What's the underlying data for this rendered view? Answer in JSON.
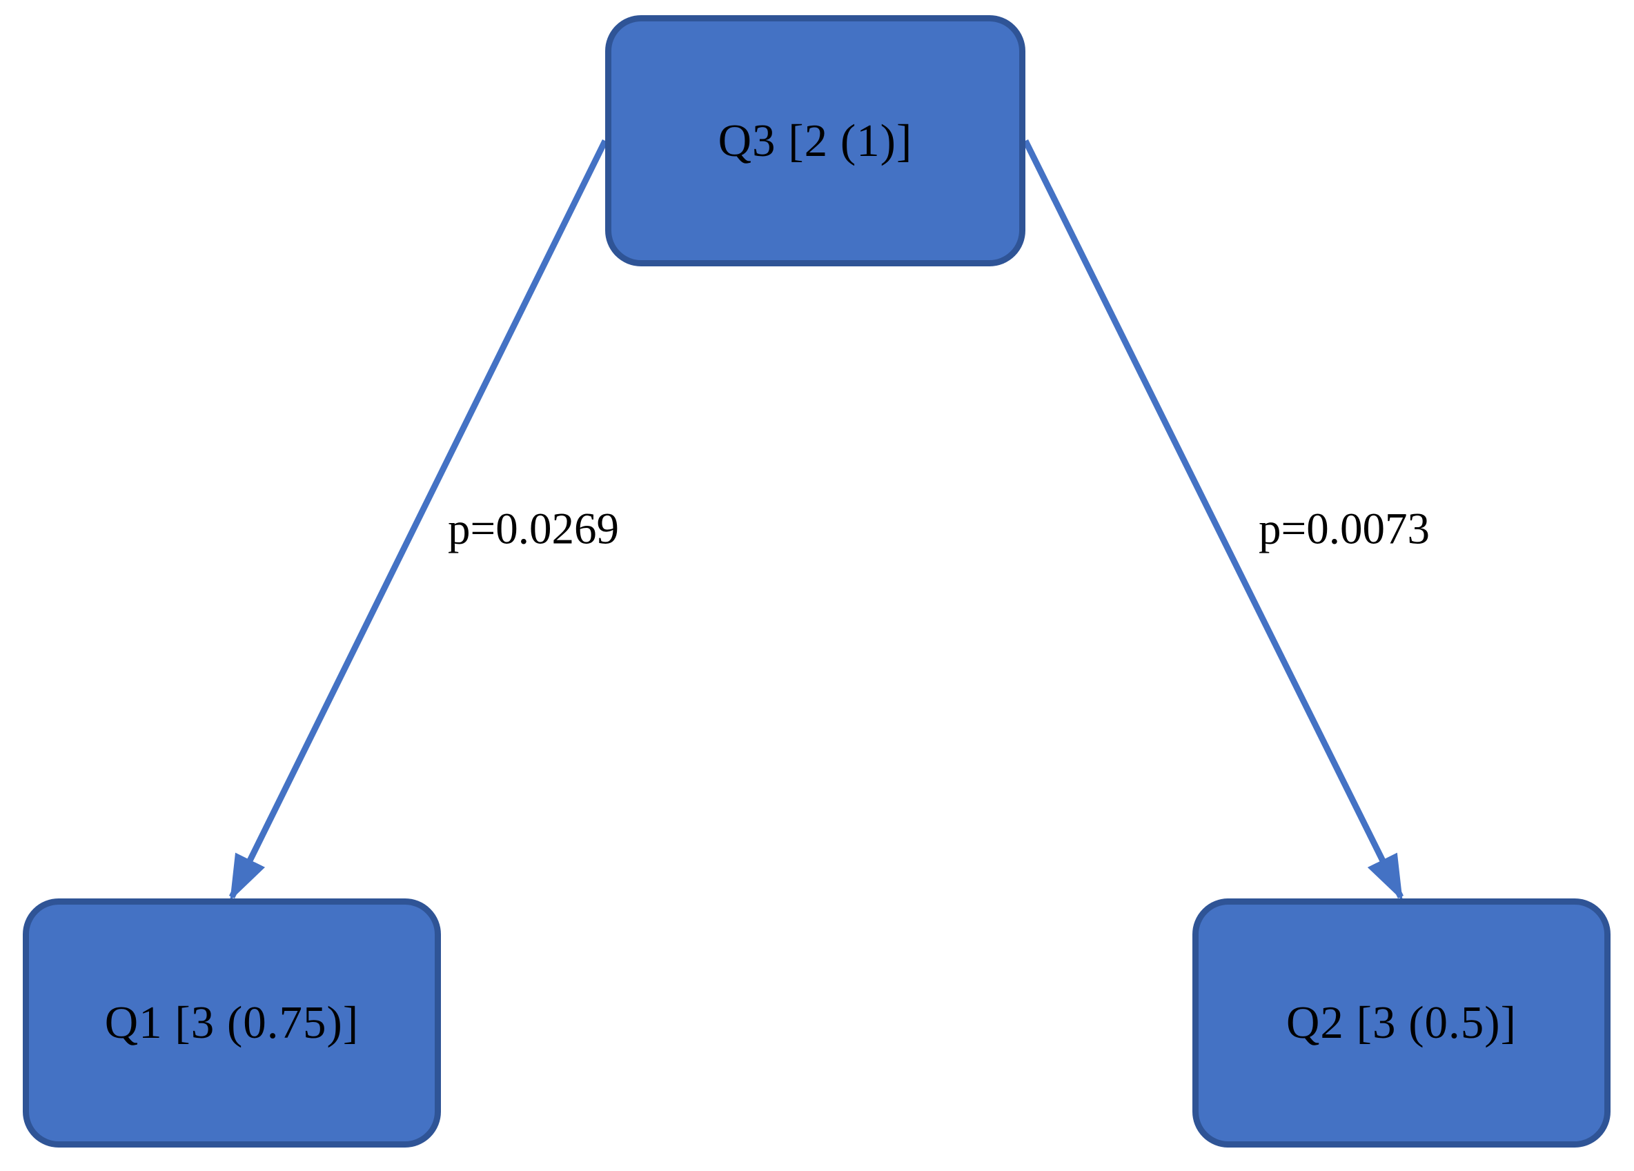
{
  "diagram": {
    "type": "node-link-diagram",
    "background": "#FFFFFF",
    "colors": {
      "node_fill": "#4472C4",
      "node_border": "#2F5496",
      "connector": "#4472C4",
      "text": "#000000"
    },
    "nodes": [
      {
        "id": "q3",
        "label": "Q3 [2 (1)]",
        "position": "top-center"
      },
      {
        "id": "q1",
        "label": "Q1 [3 (0.75)]",
        "position": "bottom-left"
      },
      {
        "id": "q2",
        "label": "Q2 [3 (0.5)]",
        "position": "bottom-right"
      }
    ],
    "edges": [
      {
        "from": "q3",
        "to": "q1",
        "label": "p=0.0269",
        "arrow": "filled-triangle"
      },
      {
        "from": "q3",
        "to": "q2",
        "label": "p=0.0073",
        "arrow": "filled-triangle"
      }
    ]
  }
}
